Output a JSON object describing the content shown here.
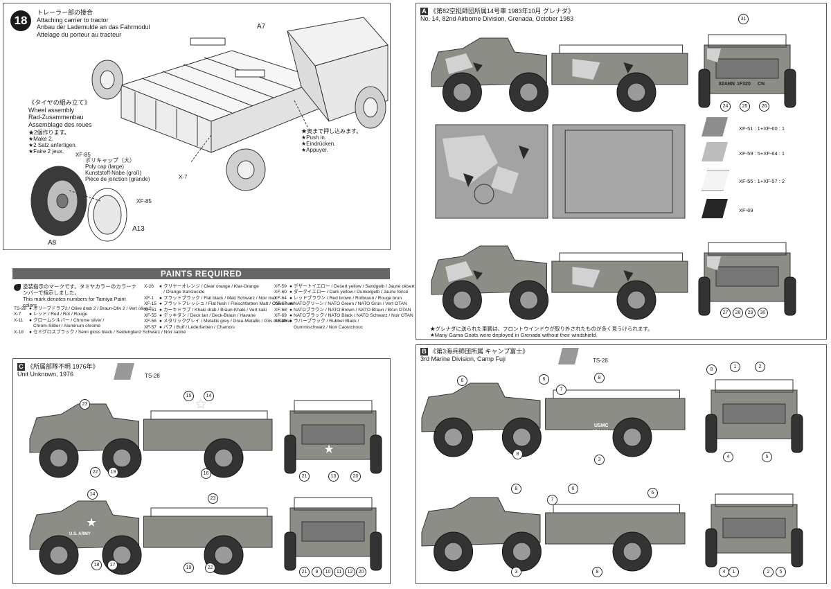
{
  "step18": {
    "number": "18",
    "title_jp": "トレーラー部の接合",
    "title_en": "Attaching carrier to tractor",
    "title_de": "Anbau der Lademulde an das Fahrmodul",
    "title_fr": "Attelage du porteur au tracteur",
    "part_a7": "A7",
    "part_x7": "X-7",
    "push_jp": "★奥まで押し込みます。",
    "push_en": "★Push in.",
    "push_de": "★Eindrücken.",
    "push_fr": "★Appuyer.",
    "wheel_jp": "《タイヤの組み立て》",
    "wheel_en": "Wheel assembly",
    "wheel_de": "Rad-Zusammenbau",
    "wheel_fr": "Assemblage des roues",
    "make_jp": "★2個作ります。",
    "make_en": "★Make 2.",
    "make_de": "★2 Satz anfertigen.",
    "make_fr": "★Faire 2 jeux.",
    "poly_jp": "ポリキャップ（大）",
    "poly_en": "Poly cap (large)",
    "poly_de": "Kunststoff-Nabe (groß)",
    "poly_fr": "Pièce de jonction (grande)",
    "xf85_a": "XF-85",
    "xf85_b": "XF-85",
    "part_a13": "A13",
    "part_a8": "A8"
  },
  "paints": {
    "header": "PAINTS REQUIRED",
    "intro_jp": "塗装指示のマークです。タミヤカラーのカラーナンバーで指示しました。",
    "intro_en": "This mark denotes numbers for Tamiya Paint colors.",
    "col1": [
      {
        "code": "TS-28",
        "name": "オリーブドラブ2 / Olive drab 2 / Braun-Oliv 2 / Vert olive 2"
      },
      {
        "code": "X-7",
        "name": "レッド / Red / Rot / Rouge"
      },
      {
        "code": "X-11",
        "name": "クロームシルバー / Chrome silver /"
      },
      {
        "code": "",
        "name": "Chrom-Silber / Aluminum chromé"
      },
      {
        "code": "X-18",
        "name": "セミグロスブラック / Semi gloss black / Seidenglanz Schwarz / Noir satiné"
      }
    ],
    "col2": [
      {
        "code": "X-26",
        "name": "クリヤーオレンジ / Clear orange / Klar-Orange"
      },
      {
        "code": "",
        "name": "/ Orange translucide"
      },
      {
        "code": "XF-1",
        "name": "フラットブラック / Flat black / Matt Schwarz / Noir mat"
      },
      {
        "code": "XF-15",
        "name": "フラットフレッシュ / Flat flesh / Fleischfarben Matt / Chair mate"
      },
      {
        "code": "XF-51",
        "name": "カーキドラブ / Khaki drab / Braun-Khaki / Vert kaki"
      },
      {
        "code": "XF-55",
        "name": "デッキタン / Deck tan / Deck-Braun / Havane"
      },
      {
        "code": "XF-56",
        "name": "メタリックグレイ / Metallic grey / Grau-Metallic / Gris métallisé"
      },
      {
        "code": "XF-57",
        "name": "バフ / Buff / Lederfarben / Chamois"
      }
    ],
    "col3": [
      {
        "code": "XF-59",
        "name": "デザートイエロー / Desert yellow / Sandgelb / Jaune désert"
      },
      {
        "code": "XF-60",
        "name": "ダークイエロー / Dark yellow / Dunkelgelb / Jaune foncé"
      },
      {
        "code": "XF-64",
        "name": "レッドブラウン / Red brown / Rotbraun / Rouge brun"
      },
      {
        "code": "XF-67",
        "name": "NATOグリーン / NATO Green / NATO Grün / Vert OTAN"
      },
      {
        "code": "XF-68",
        "name": "NATOブラウン / NATO Brown / NATO Braun / Brun OTAN"
      },
      {
        "code": "XF-69",
        "name": "NATOブラック / NATO Black / NATO Schwarz / Noir OTAN"
      },
      {
        "code": "XF-85",
        "name": "ラバーブラック / Rubber Black /"
      },
      {
        "code": "",
        "name": "Gummischwarz / Noir Caoutchouc"
      }
    ]
  },
  "schemeA": {
    "letter": "A",
    "title_jp": "《第82空挺師団所属14号車 1983年10月 グレナダ》",
    "title_en": "No. 14, 82nd Airborne Division, Grenada, October 1983",
    "swatch1": "XF-51 : 1+XF-60 : 1",
    "swatch2": "XF-59 : 5+XF-64 : 1",
    "swatch3": "XF-55 : 1+XF-57 : 2",
    "swatch4": "XF-69",
    "note_jp": "★グレナダに送られた車輌は、フロントウインドウが取り外されたものが多く見うけられます。",
    "note_en": "★Many Gama Goats were deployed in Grenada without their windshield.",
    "plate1": "82ABN",
    "plate2": "1F320",
    "plate3": "CN",
    "n24": "24",
    "n25": "25",
    "n26": "26",
    "n27": "27",
    "n28": "28",
    "n29": "29",
    "n30": "30",
    "n31": "31"
  },
  "schemeB": {
    "letter": "B",
    "title_jp": "《第3海兵師団所属 キャンプ富士》",
    "title_en": "3rd Marine Division, Camp Fuji",
    "paint": "TS-28",
    "usmc": "USMC",
    "serial": "354446",
    "n1": "1",
    "n2": "2",
    "n3": "3",
    "n4": "4",
    "n5": "5",
    "n6": "6",
    "n7": "7",
    "n8": "8"
  },
  "schemeC": {
    "letter": "C",
    "title_jp": "《所属部隊不明 1976年》",
    "title_en": "Unit Unknown, 1976",
    "paint": "TS-28",
    "army": "U.S. ARMY",
    "n9": "9",
    "n10": "10",
    "n11": "11",
    "n12": "12",
    "n13": "13",
    "n14": "14",
    "n15": "15",
    "n16": "16",
    "n17": "17",
    "n18": "18",
    "n19": "19",
    "n20": "20",
    "n21": "21",
    "n22": "22",
    "n23": "23"
  },
  "colors": {
    "olive": "#8d8d87",
    "camo_gray": "#a3a3a3",
    "camo_light": "#d2d2d2",
    "camo_black": "#2a2a2a",
    "tire": "#333333"
  }
}
